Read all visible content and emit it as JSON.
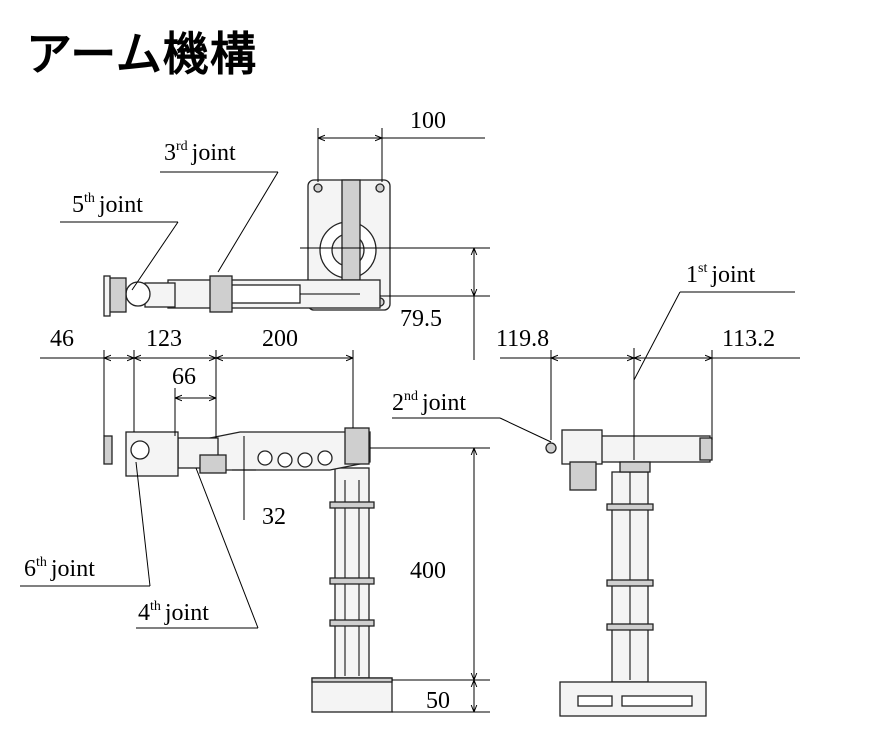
{
  "title": "アーム機構",
  "joints": {
    "j1": {
      "prefix": "1",
      "sup": "st",
      "word": "joint"
    },
    "j2": {
      "prefix": "2",
      "sup": "nd",
      "word": "joint"
    },
    "j3": {
      "prefix": "3",
      "sup": "rd",
      "word": "joint"
    },
    "j4": {
      "prefix": "4",
      "sup": "th",
      "word": "joint"
    },
    "j5": {
      "prefix": "5",
      "sup": "th",
      "word": "joint"
    },
    "j6": {
      "prefix": "6",
      "sup": "th",
      "word": "joint"
    }
  },
  "dimensions": {
    "d100": "100",
    "d79_5": "79.5",
    "d46": "46",
    "d123": "123",
    "d200": "200",
    "d66": "66",
    "d32": "32",
    "d400": "400",
    "d50": "50",
    "d119_8": "119.8",
    "d113_2": "113.2"
  }
}
